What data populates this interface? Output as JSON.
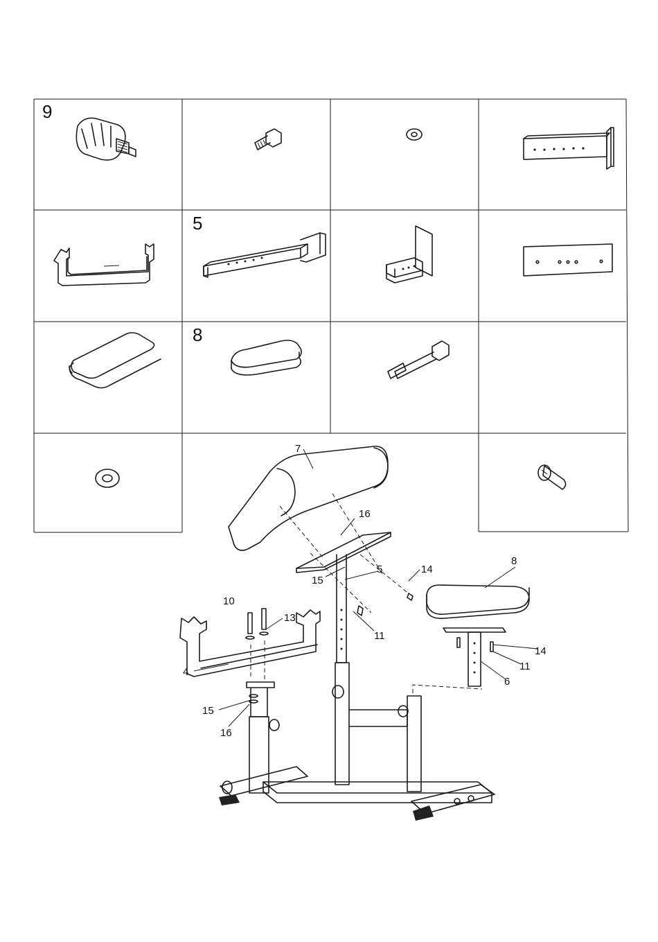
{
  "parts_grid": {
    "labels": {
      "grease_cap": "9",
      "upright_arm": "5",
      "seat_pad": "8"
    }
  },
  "assembly": {
    "callouts": {
      "arm_pad": "7",
      "seat_pad": "8",
      "upright_arm": "5",
      "leg_frame": "4",
      "seat_support": "6",
      "bolt_short_l": "10",
      "bolt_short_r": "11",
      "bolt_right": "11",
      "washer_l": "13",
      "washer_r1": "14",
      "washer_r2": "14",
      "nut_top": "16",
      "nut_left": "16",
      "lock_top": "15",
      "lock_left": "15"
    }
  }
}
